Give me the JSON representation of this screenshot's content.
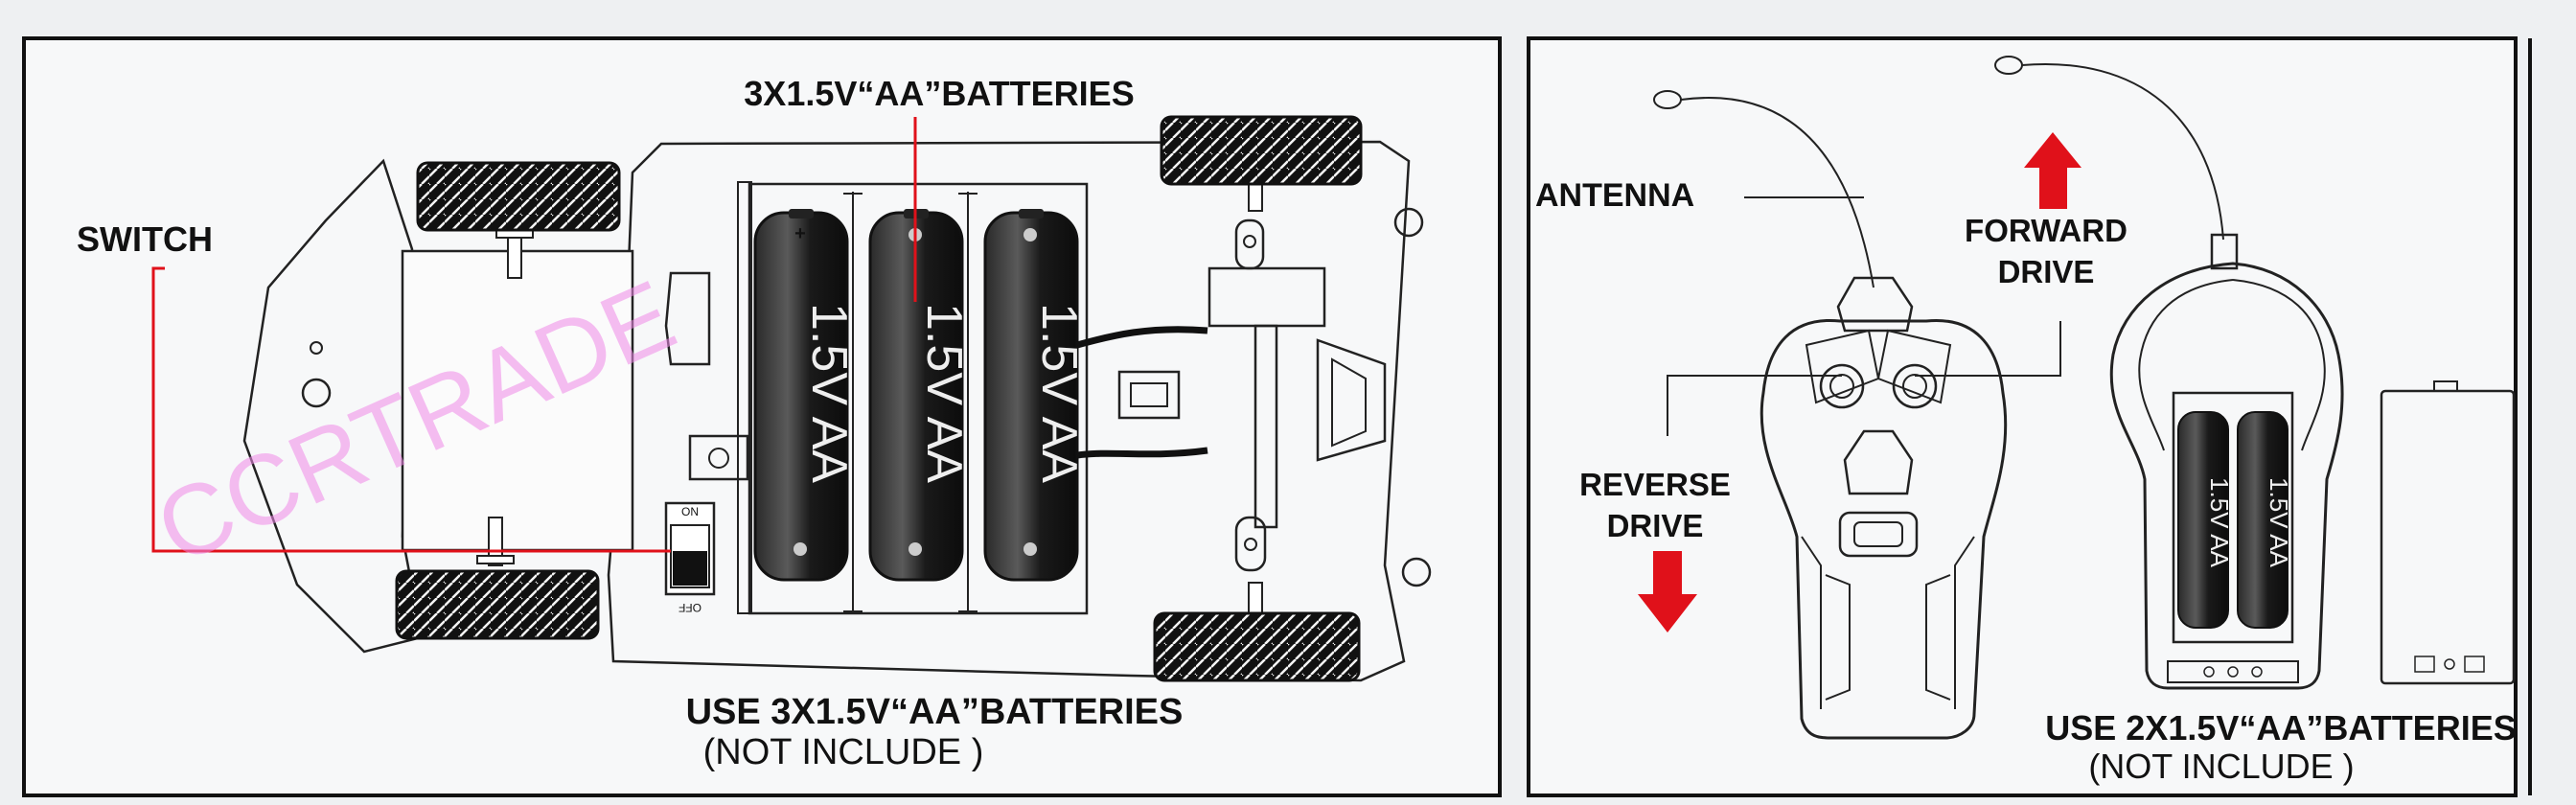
{
  "car_panel": {
    "top_label": "3X1.5V“AA”BATTERIES",
    "switch_label": "SWITCH",
    "switch_on": "ON",
    "switch_off": "OFF",
    "battery_label": "1.5V AA",
    "use_label": "USE 3X1.5V“AA”BATTERIES",
    "not_include": "(NOT INCLUDE )"
  },
  "remote_panel": {
    "antenna_label": "ANTENNA",
    "forward_label_1": "FORWARD",
    "forward_label_2": "DRIVE",
    "reverse_label_1": "REVERSE",
    "reverse_label_2": "DRIVE",
    "battery_label": "1.5V AA",
    "use_label": "USE 2X1.5V“AA”BATTERIES",
    "not_include": "(NOT INCLUDE )"
  },
  "watermark": "CCRTRADE",
  "colors": {
    "pointer": "#e0111a",
    "ink": "#111111",
    "paper": "#f6f7f8",
    "watermark": "#f08ae8"
  }
}
